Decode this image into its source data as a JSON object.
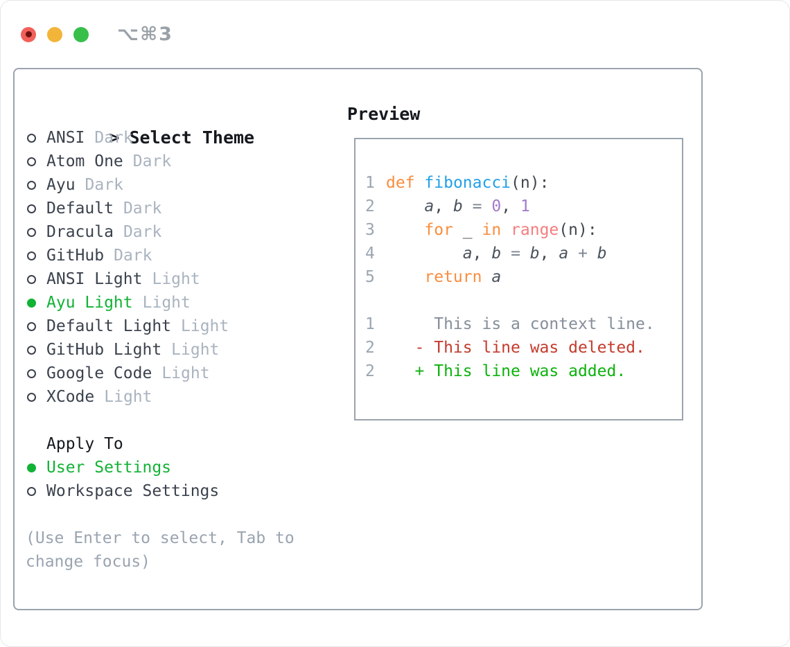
{
  "window": {
    "title": "⌥⌘3"
  },
  "colors": {
    "border": "#9aa3ad",
    "text_dark": "#15191e",
    "item_text": "#3b424d",
    "muted": "#a9b3bf",
    "hint": "#9aa4b0",
    "green": "#12b235",
    "linenum": "#9aa5b1",
    "context": "#858e99",
    "code_plain": "#40474f",
    "op": "#7f8894",
    "variable": "#4a525c",
    "kw": "#fa8d3e",
    "fn": "#22a0e8",
    "builtin": "#f57d7d",
    "number": "#a37acc",
    "del": "#c43b2c",
    "add": "#0cb20c",
    "title_gray": "#9aa1a8",
    "traffic_red": "#f1605a",
    "traffic_red_dot": "#701210",
    "traffic_yellow": "#f2b53a",
    "traffic_green": "#37bf4a"
  },
  "theme_section": {
    "prompt": ">",
    "title": "Select Theme",
    "options": [
      {
        "label": "ANSI",
        "variant": "Dark",
        "selected": false
      },
      {
        "label": "Atom One",
        "variant": "Dark",
        "selected": false
      },
      {
        "label": "Ayu",
        "variant": "Dark",
        "selected": false
      },
      {
        "label": "Default",
        "variant": "Dark",
        "selected": false
      },
      {
        "label": "Dracula",
        "variant": "Dark",
        "selected": false
      },
      {
        "label": "GitHub",
        "variant": "Dark",
        "selected": false
      },
      {
        "label": "ANSI Light",
        "variant": "Light",
        "selected": false
      },
      {
        "label": "Ayu Light",
        "variant": "Light",
        "selected": true
      },
      {
        "label": "Default Light",
        "variant": "Light",
        "selected": false
      },
      {
        "label": "GitHub Light",
        "variant": "Light",
        "selected": false
      },
      {
        "label": "Google Code",
        "variant": "Light",
        "selected": false
      },
      {
        "label": "XCode",
        "variant": "Light",
        "selected": false
      }
    ]
  },
  "apply_section": {
    "title": "Apply To",
    "options": [
      {
        "label": "User Settings",
        "selected": true
      },
      {
        "label": "Workspace Settings",
        "selected": false
      }
    ]
  },
  "hint": "(Use Enter to select, Tab to change focus)",
  "preview": {
    "title": "Preview",
    "lines": [
      {
        "num": "1",
        "tokens": [
          {
            "s": "kw",
            "t": "def"
          },
          {
            "s": "plain",
            "t": " "
          },
          {
            "s": "fn",
            "t": "fibonacci"
          },
          {
            "s": "plain",
            "t": "(n):"
          }
        ]
      },
      {
        "num": "2",
        "tokens": [
          {
            "s": "plain",
            "t": "    "
          },
          {
            "s": "var",
            "t": "a"
          },
          {
            "s": "plain",
            "t": ", "
          },
          {
            "s": "var",
            "t": "b"
          },
          {
            "s": "plain",
            "t": " "
          },
          {
            "s": "op",
            "t": "="
          },
          {
            "s": "plain",
            "t": " "
          },
          {
            "s": "num",
            "t": "0"
          },
          {
            "s": "plain",
            "t": ", "
          },
          {
            "s": "num",
            "t": "1"
          }
        ]
      },
      {
        "num": "3",
        "tokens": [
          {
            "s": "plain",
            "t": "    "
          },
          {
            "s": "kw",
            "t": "for"
          },
          {
            "s": "plain",
            "t": " _ "
          },
          {
            "s": "kw",
            "t": "in"
          },
          {
            "s": "plain",
            "t": " "
          },
          {
            "s": "builtin",
            "t": "range"
          },
          {
            "s": "plain",
            "t": "(n):"
          }
        ]
      },
      {
        "num": "4",
        "tokens": [
          {
            "s": "plain",
            "t": "        "
          },
          {
            "s": "var",
            "t": "a"
          },
          {
            "s": "plain",
            "t": ", "
          },
          {
            "s": "var",
            "t": "b"
          },
          {
            "s": "plain",
            "t": " "
          },
          {
            "s": "op",
            "t": "="
          },
          {
            "s": "plain",
            "t": " "
          },
          {
            "s": "var",
            "t": "b"
          },
          {
            "s": "plain",
            "t": ", "
          },
          {
            "s": "var",
            "t": "a"
          },
          {
            "s": "plain",
            "t": " "
          },
          {
            "s": "op",
            "t": "+"
          },
          {
            "s": "plain",
            "t": " "
          },
          {
            "s": "var",
            "t": "b"
          }
        ]
      },
      {
        "num": "5",
        "tokens": [
          {
            "s": "plain",
            "t": "    "
          },
          {
            "s": "kw",
            "t": "return"
          },
          {
            "s": "plain",
            "t": " "
          },
          {
            "s": "var",
            "t": "a"
          }
        ]
      },
      {
        "num": "",
        "tokens": []
      },
      {
        "num": "1",
        "tokens": [
          {
            "s": "ctx",
            "t": "     This is a context line."
          }
        ]
      },
      {
        "num": "2",
        "tokens": [
          {
            "s": "plain",
            "t": "   "
          },
          {
            "s": "del",
            "t": "- This line was deleted."
          }
        ]
      },
      {
        "num": "2",
        "tokens": [
          {
            "s": "plain",
            "t": "   "
          },
          {
            "s": "add",
            "t": "+ This line was added."
          }
        ]
      }
    ]
  }
}
